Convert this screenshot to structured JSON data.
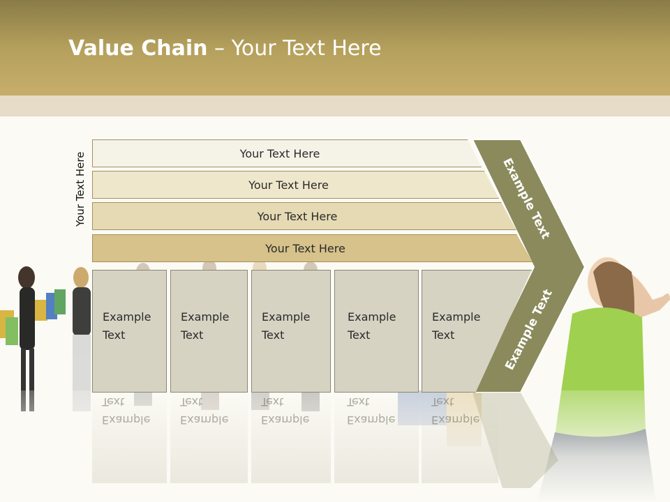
{
  "slide": {
    "title_bold": "Value Chain",
    "title_rest": " – Your Text Here"
  },
  "side_label": "Your Text Here",
  "bars": [
    {
      "label": "Your Text Here",
      "color": "#f5f3e8"
    },
    {
      "label": "Your Text Here",
      "color": "#efe7cc"
    },
    {
      "label": "Your Text Here",
      "color": "#e6dab4"
    },
    {
      "label": "Your Text Here",
      "color": "#d6c28a"
    }
  ],
  "blocks": [
    {
      "line1": "Example",
      "line2": "Text"
    },
    {
      "line1": "Example",
      "line2": "Text"
    },
    {
      "line1": "Example",
      "line2": "Text"
    },
    {
      "line1": "Example",
      "line2": "Text"
    },
    {
      "line1": "Example",
      "line2": "Text"
    }
  ],
  "arrow": {
    "top_label": "Example Text",
    "bottom_label": "Example Text",
    "color": "#8a8a5c"
  },
  "colors": {
    "header_top": "#8a7b48",
    "header_bottom": "#c7ad6b",
    "band": "#e6dcc7",
    "block_fill": "#d6d3c3"
  }
}
